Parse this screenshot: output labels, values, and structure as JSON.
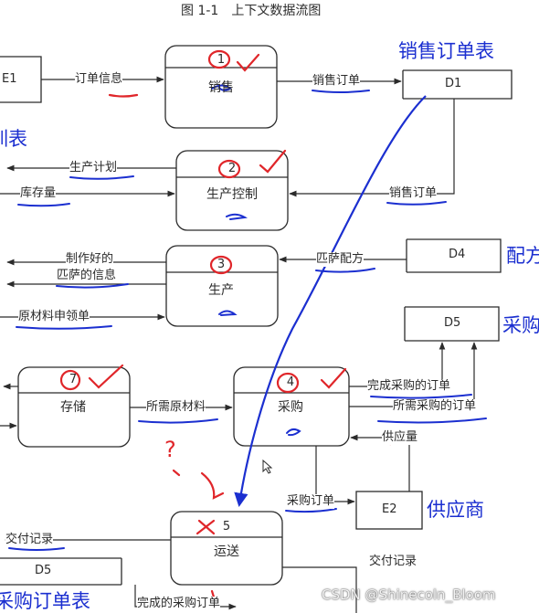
{
  "figure": {
    "caption": "图 1-1　上下文数据流图"
  },
  "processes": [
    {
      "num": "1",
      "name": "销售"
    },
    {
      "num": "2",
      "name": "生产控制"
    },
    {
      "num": "3",
      "name": "生产"
    },
    {
      "num": "4",
      "name": "采购"
    },
    {
      "num": "7",
      "name": "存储"
    },
    {
      "num": "5",
      "name": "运送"
    }
  ],
  "stores": {
    "d1": "D1",
    "d4": "D4",
    "d5": "D5",
    "d5_bottom": "D5"
  },
  "entities": {
    "e1": "E1",
    "e2": "E2"
  },
  "flows": {
    "order_info": "订单信息",
    "sales_order_1": "销售订单",
    "sales_order_2": "销售订单",
    "production_plan": "生产计划",
    "stock_qty": "库存量",
    "finished_pizza_1": "制作好的",
    "finished_pizza_2": "匹萨的信息",
    "pizza_recipe": "匹萨配方",
    "material_requisition": "原材料申领单",
    "completed_purchase_order": "完成采购的订单",
    "needed_purchase_order": "所需采购的订单",
    "needed_material": "所需原材料",
    "supply_qty": "供应量",
    "purchase_order": "采购订单",
    "delivery_record_1": "交付记录",
    "delivery_record_2": "交付记录",
    "completed_purchase_order_2": "完成的采购订单"
  },
  "handwritten": {
    "sales_order_table": "销售订单表",
    "list_table_fragment": "训表",
    "recipe_fragment": "配方",
    "purchase_fragment": "采购",
    "supplier": "供应商",
    "purchase_order_table": "采购订单表",
    "question_mark": "?"
  },
  "colors": {
    "ink": "#2b2b2b",
    "pen_blue": "#1b2fd0",
    "pen_red": "#e0262a"
  },
  "watermark": "CSDN @Shinecoln_Bloom"
}
